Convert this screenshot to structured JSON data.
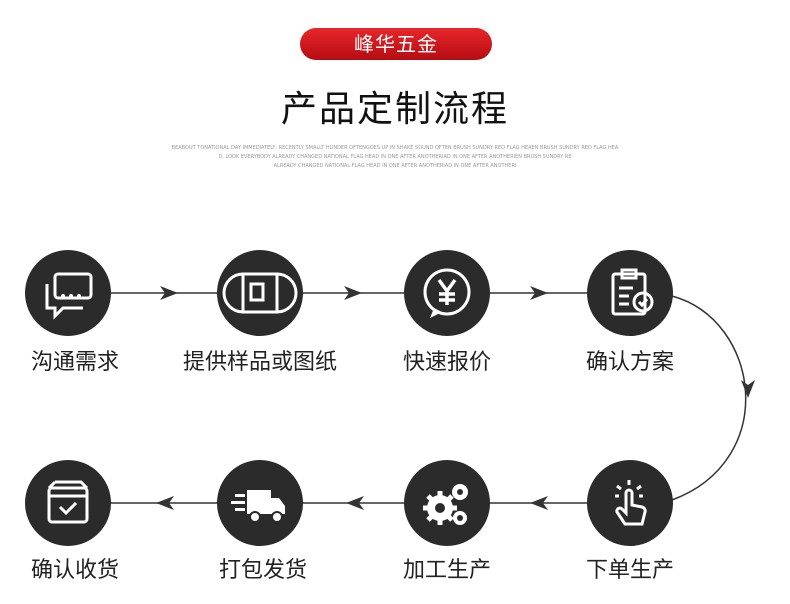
{
  "brand": "峰华五金",
  "title": "产品定制流程",
  "subtitle_lines": [
    "BEABOUT TONATIONAL DAY IMMEDIATELY, RECENTLY SMALLT HUNDER OFTENGOES UP IN SHAKE SOUND OFTEN BRUSH SUNDRY RED FLAG HEAEN BRUSH SUNDRY RED FLAG HEA",
    "D, LOOK EVERYBODY ALREADY CHANGED NATIONAL FLAG HEAD IN ONE AFTER ANOTHERIAD IN ONE AFTER ANOTHERIEN BRUSH SUNDRY RE",
    "ALREADY CHANGED NATIONAL FLAG HEAD IN ONE AFTER ANOTHERIAD IN ONE AFTER ANOTHERI"
  ],
  "steps": [
    {
      "label": "沟通需求",
      "icon": "chat-icon"
    },
    {
      "label": "提供样品或图纸",
      "icon": "blueprint-icon"
    },
    {
      "label": "快速报价",
      "icon": "yuan-icon"
    },
    {
      "label": "确认方案",
      "icon": "clipboard-check-icon"
    },
    {
      "label": "下单生产",
      "icon": "tap-icon"
    },
    {
      "label": "加工生产",
      "icon": "gears-icon"
    },
    {
      "label": "打包发货",
      "icon": "truck-icon"
    },
    {
      "label": "确认收货",
      "icon": "box-check-icon"
    }
  ],
  "colors": {
    "brand_red": "#d0161b",
    "circle": "#2b2b2b"
  }
}
